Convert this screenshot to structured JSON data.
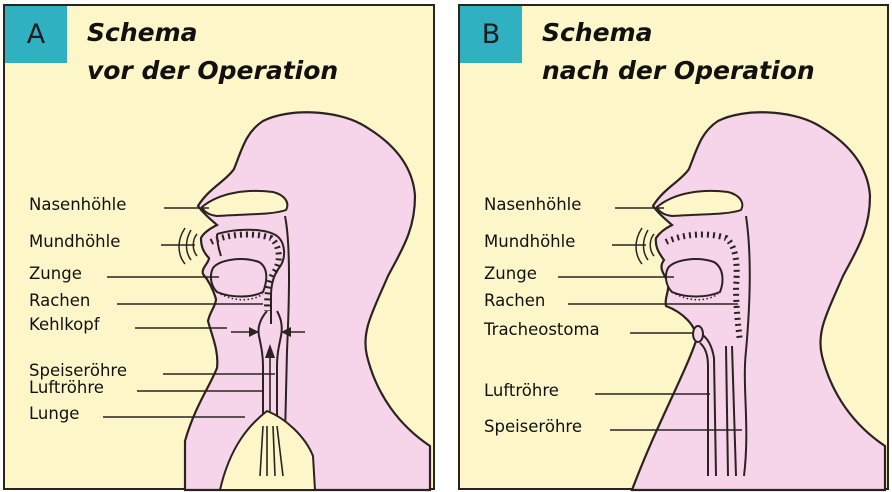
{
  "panel_a": {
    "letter": "A",
    "title_line1": "Schema",
    "title_line2": "vor der Operation",
    "labels": {
      "nasenhoehle": "Nasenhöhle",
      "mundhoehle": "Mundhöhle",
      "zunge": "Zunge",
      "rachen": "Rachen",
      "kehlkopf": "Kehlkopf",
      "speiseroehre": "Speiseröhre",
      "luftroehre": "Luftröhre",
      "lunge": "Lunge"
    }
  },
  "panel_b": {
    "letter": "B",
    "title_line1": "Schema",
    "title_line2": "nach der Operation",
    "labels": {
      "nasenhoehle": "Nasenhöhle",
      "mundhoehle": "Mundhöhle",
      "zunge": "Zunge",
      "rachen": "Rachen",
      "tracheostoma": "Tracheostoma",
      "luftroehre": "Luftröhre",
      "speiseroehre": "Speiseröhre"
    }
  },
  "colors": {
    "panel_bg": "#fdf6c9",
    "letter_bg": "#2fb1c2",
    "body_fill": "#f6d4ea",
    "cavity_fill": "#fdf6c9",
    "outline": "#2b2320"
  }
}
